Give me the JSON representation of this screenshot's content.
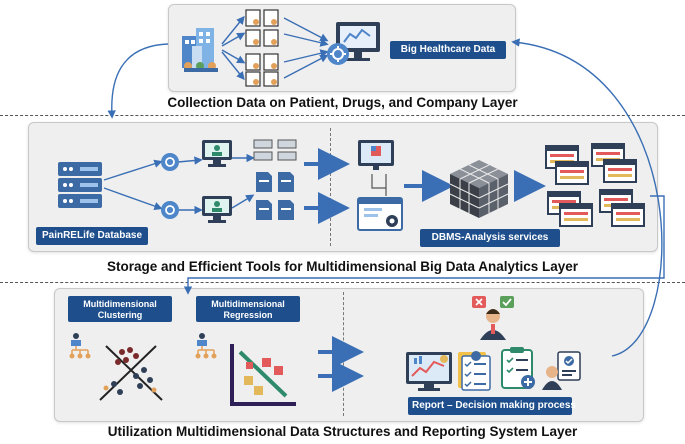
{
  "layers": {
    "collection": {
      "caption": "Collection Data on Patient, Drugs, and Company Layer",
      "tag": "Big Healthcare Data"
    },
    "storage": {
      "caption": "Storage and Efficient Tools for Multidimensional Big Data Analytics Layer",
      "db_tag": "PainRELife Database",
      "dbms_tag": "DBMS-Analysis services"
    },
    "utilization": {
      "caption": "Utilization Multidimensional Data Structures and Reporting System Layer",
      "clustering_tag": "Multidimensional Clustering",
      "regression_tag": "Multidimensional Regression",
      "report_tag": "Report – Decision making process"
    }
  },
  "colors": {
    "tag_blue": "#1e4f8c",
    "arrow_blue": "#3a6fb5",
    "panel_gray": "#efefef"
  },
  "icons": [
    "hospital-icon",
    "document-person-icon",
    "computer-analysis-icon",
    "server-icon",
    "gear-icon",
    "monitor-person-icon",
    "documents-icon",
    "cube-icon",
    "spreadsheet-icon",
    "hierarchy-icon",
    "scatter-icon",
    "regression-icon",
    "person-icon",
    "dashboard-icon",
    "checklist-icon"
  ]
}
